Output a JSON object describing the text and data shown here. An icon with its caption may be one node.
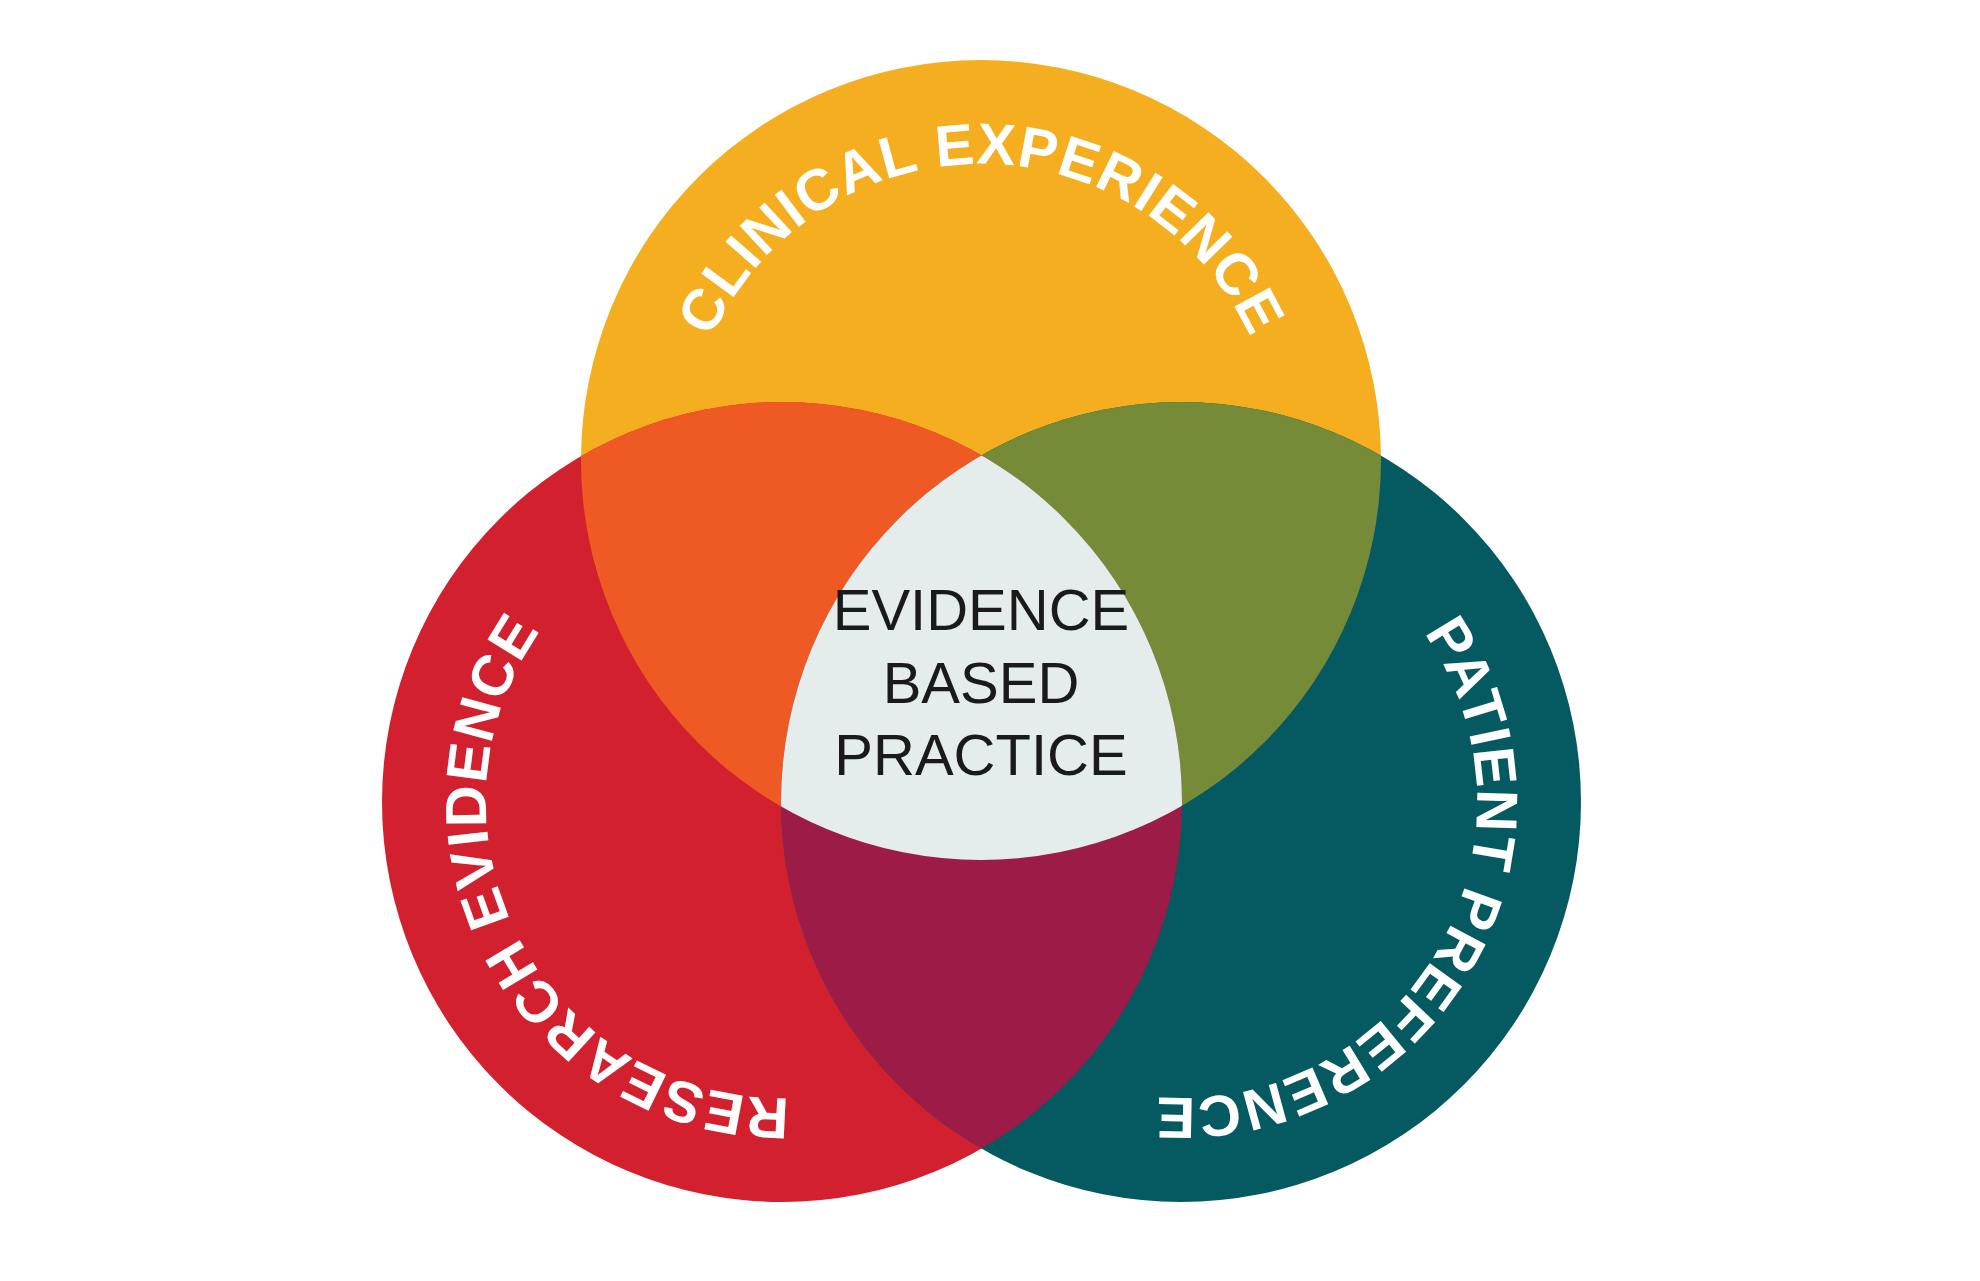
{
  "diagram": {
    "nodes": [
      {
        "text": [
          "CLINICAL EXPERIENCE"
        ]
      },
      {
        "text": [
          "EVIDENCE BASED PRACTICE"
        ]
      },
      {
        "text": [
          "RESEARCH EVIDENCE"
        ]
      },
      {
        "text": [
          "PATIENT PREFERENCE"
        ]
      }
    ]
  }
}
